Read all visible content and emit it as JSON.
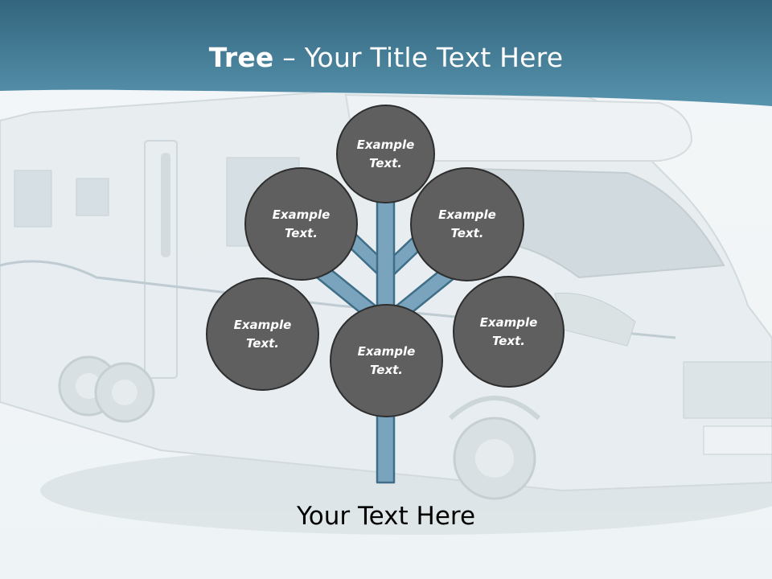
{
  "slide": {
    "title_bold": "Tree",
    "title_rest": " – Your Title Text Here",
    "footer_text": "Your Text Here"
  },
  "nodes": [
    {
      "id": "top",
      "label": "Example Text."
    },
    {
      "id": "upper-left",
      "label": "Example Text."
    },
    {
      "id": "upper-right",
      "label": "Example Text."
    },
    {
      "id": "lower-left",
      "label": "Example Text."
    },
    {
      "id": "center",
      "label": "Example Text."
    },
    {
      "id": "lower-right",
      "label": "Example Text."
    }
  ],
  "colors": {
    "header": "#3f7f98",
    "branch_fill": "#7aa4bd",
    "branch_stroke": "#3f6f88",
    "node_fill": "#5f5f5f",
    "node_stroke": "#2e2e2e"
  }
}
